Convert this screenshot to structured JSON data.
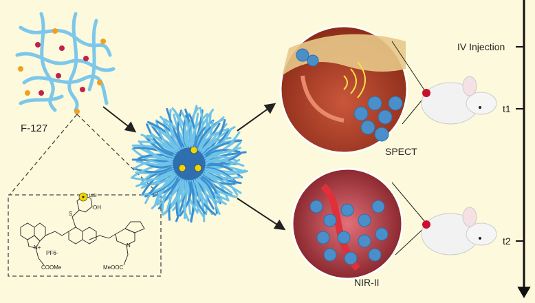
{
  "labels": {
    "polymer": "F-127",
    "spect": "SPECT",
    "nir": "NIR-II"
  },
  "timeline": {
    "injection": "IV Injection",
    "t1": "t1",
    "t2": "t2"
  },
  "chemical": {
    "iodine": "125I",
    "hydroxyl": "OH",
    "sulfur": "S",
    "nitrogen_plus": "N+",
    "nitrogen": "N",
    "counterion": "PF6-",
    "ester_left": "COOMe",
    "ester_right": "MeOOC"
  },
  "colors": {
    "background": "#fcf9dc",
    "polymer": "#6fc3e8",
    "micelle": "#3a8fd0",
    "tissue": "#b8452c",
    "radio": "#f2d600"
  }
}
